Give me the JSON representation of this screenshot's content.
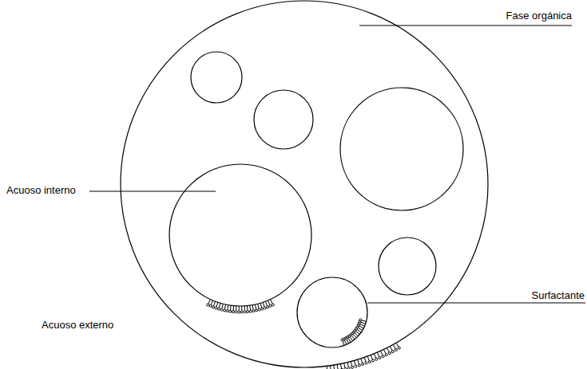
{
  "diagram": {
    "labels": [
      "Fase orgánica",
      "Acuoso interno",
      "Surfactante",
      "Acuoso externo"
    ]
  }
}
